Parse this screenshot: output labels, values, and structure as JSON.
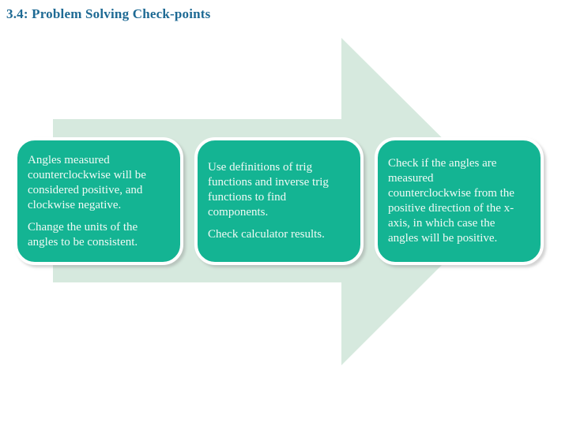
{
  "slide": {
    "title": "3.4: Problem Solving Check-points",
    "diagram": {
      "type": "process-arrow",
      "direction": "right",
      "steps": 3
    },
    "boxes": [
      {
        "paragraphs": [
          "Angles measured\ncounterclockwise will be\nconsidered positive, and\nclockwise negative.",
          "Change the units of the\nangles to be consistent."
        ]
      },
      {
        "paragraphs": [
          "Use definitions of trig\nfunctions and inverse trig\nfunctions to find\ncomponents.",
          "Check calculator results."
        ]
      },
      {
        "paragraphs": [
          "Check if the angles are\nmeasured\ncounterclockwise  from the\npositive direction of the x-\naxis, in which case the\nangles will be positive."
        ]
      }
    ],
    "colors": {
      "title_text": "#1e6a94",
      "arrow_fill": "#d6e9de",
      "box_fill": "#14b493",
      "box_border": "#ffffff",
      "box_text": "#f0faf5",
      "background": "#ffffff"
    }
  }
}
